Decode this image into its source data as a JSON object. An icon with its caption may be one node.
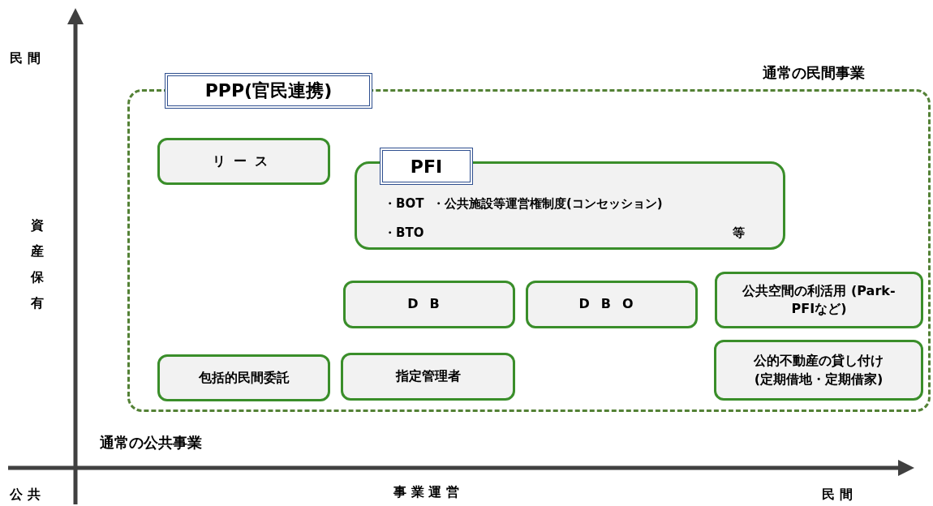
{
  "diagram": {
    "nodes": [
      {
        "text": [
          "PPP(官民連携)"
        ]
      },
      {
        "text": [
          "リース"
        ],
        "in": 0
      },
      {
        "text": [
          "PFI",
          "・BOT",
          "・公共施設等運営権制度(コンセッション)",
          "・BTO",
          "等"
        ],
        "in": 0
      },
      {
        "text": [
          "DB"
        ],
        "in": 0
      },
      {
        "text": [
          "DBO"
        ],
        "in": 0
      },
      {
        "text": [
          "公共空間の利活用 (Park-PFIなど)"
        ],
        "in": 0
      },
      {
        "text": [
          "包括的民間委託"
        ],
        "in": 0
      },
      {
        "text": [
          "指定管理者"
        ],
        "in": 0
      },
      {
        "text": [
          "公的不動産の貸し付け (定期借地・定期借家)"
        ],
        "in": 0
      }
    ],
    "labels": [
      "民 間",
      "通常の民間事業",
      "資産保有",
      "通常の公共事業",
      "公 共",
      "事 業 運 営",
      "民 間"
    ]
  }
}
